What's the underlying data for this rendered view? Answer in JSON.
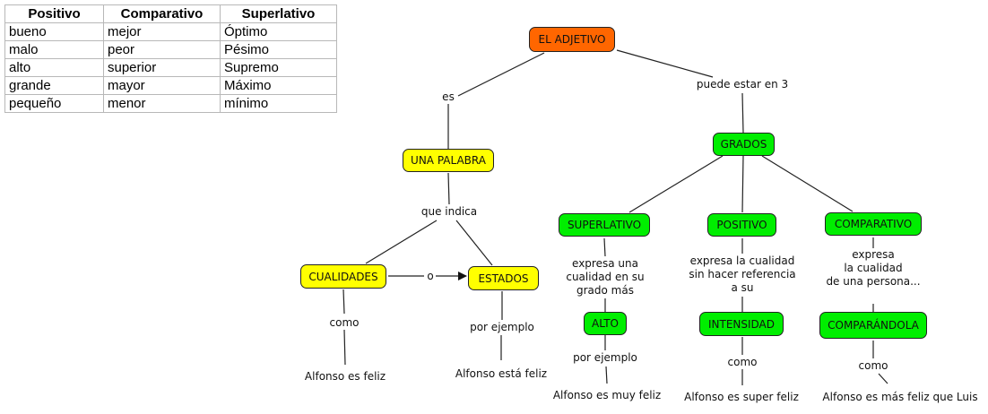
{
  "table": {
    "headers": [
      "Positivo",
      "Comparativo",
      "Superlativo"
    ],
    "rows": [
      [
        "bueno",
        "mejor",
        "Óptimo"
      ],
      [
        "malo",
        "peor",
        "Pésimo"
      ],
      [
        "alto",
        "superior",
        "Supremo"
      ],
      [
        "grande",
        "mayor",
        "Máximo"
      ],
      [
        "pequeño",
        "menor",
        "mínimo"
      ]
    ]
  },
  "colors": {
    "root": "#ff6600",
    "concept_yellow": "#ffff00",
    "concept_green": "#00ee00",
    "line": "#222222"
  },
  "concepts": {
    "root": "EL ADJETIVO",
    "una_palabra": "UNA PALABRA",
    "cualidades": "CUALIDADES",
    "estados": "ESTADOS",
    "grados": "GRADOS",
    "superlativo": "SUPERLATIVO",
    "positivo": "POSITIVO",
    "comparativo": "COMPARATIVO",
    "alto": "ALTO",
    "intensidad": "INTENSIDAD",
    "comparandola": "COMPARÁNDOLA"
  },
  "links": {
    "es": "es",
    "puede_estar": "puede estar en 3",
    "que_indica": "que indica",
    "o": "o",
    "como_cualidades": "como",
    "por_ejemplo_estados": "por ejemplo",
    "sup_desc": [
      "expresa una",
      "cualidad en su",
      "grado más"
    ],
    "pos_desc": [
      "expresa la cualidad",
      "sin hacer referencia",
      "a su"
    ],
    "comp_desc": [
      "expresa",
      "la cualidad",
      "de una persona..."
    ],
    "por_ejemplo_alto": "por ejemplo",
    "como_intensidad": "como",
    "como_comparandola": "como"
  },
  "examples": {
    "cualidades": "Alfonso es feliz",
    "estados": "Alfonso está feliz",
    "superlativo": "Alfonso es muy feliz",
    "positivo": "Alfonso es super feliz",
    "comparativo": "Alfonso es más feliz que Luis"
  }
}
